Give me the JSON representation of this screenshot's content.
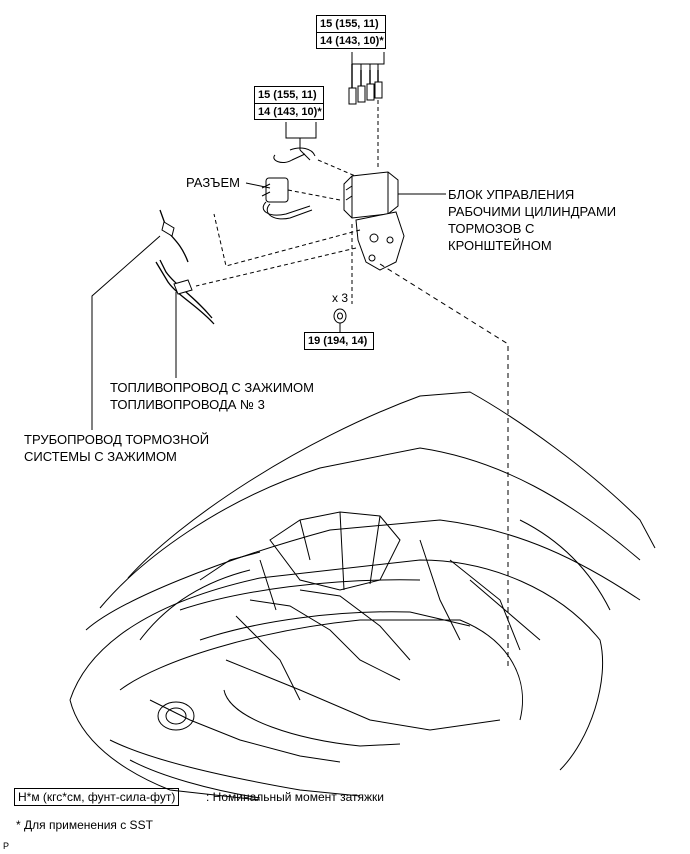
{
  "torque_top": {
    "line1": "15 (155, 11)",
    "line2": "14 (143, 10)*"
  },
  "torque_mid": {
    "line1": "15 (155, 11)",
    "line2": "14 (143, 10)*"
  },
  "torque_bottom": {
    "line1": "19 (194, 14)"
  },
  "quantity": "x 3",
  "connector_label": "РАЗЪЕМ",
  "actuator_label": [
    "БЛОК УПРАВЛЕНИЯ",
    "РАБОЧИМИ ЦИЛИНДРАМИ",
    "ТОРМОЗОВ С",
    "КРОНШТЕЙНОМ"
  ],
  "fuel_tube_label": [
    "ТОПЛИВОПРОВОД С ЗАЖИМОМ",
    "ТОПЛИВОПРОВОДА № 3"
  ],
  "brake_line_label": [
    "ТРУБОПРОВОД ТОРМОЗНОЙ",
    "СИСТЕМЫ С ЗАЖИМОМ"
  ],
  "legend": {
    "unit_box": "Н*м (кгс*см, фунт-сила-фут)",
    "unit_text": ": Номинальный момент затяжки"
  },
  "footnote": "* Для применения с SST",
  "corner_mark": "P"
}
